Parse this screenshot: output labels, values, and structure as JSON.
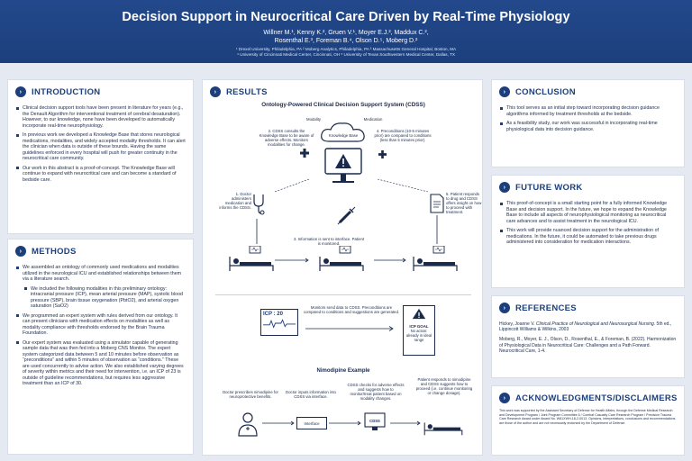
{
  "header": {
    "title": "Decision Support in Neurocritical Care Driven by Real-Time Physiology",
    "authors_line1": "Willner M.¹, Kenny K.², Gruen V.¹, Moyer E.J.², Maddux C.²,",
    "authors_line2": "Rosenthal E.³, Foreman B.⁴, Olson D.⁵, Moberg D.²",
    "affil_line1": "¹ Drexel University, Philadelphia, PA   ² Moberg Analytics, Philadelphia, PA   ³ Massachusetts General Hospital, Boston, MA",
    "affil_line2": "⁴ University of Cincinnati Medical Center, Cincinnati, OH   ⁵ University of Texas Southwestern Medical Center, Dallas, TX"
  },
  "introduction": {
    "title": "INTRODUCTION",
    "bullets": [
      "Clinical decision support tools have been present in literature for years (e.g., the Denault Algorithm for interventional treatment of cerebral desaturation). However, to our knowledge, none have been developed to automatically incorporate real-time neurophysiology.",
      "In previous work we developed a Knowledge Base that stores neurological medications, modalities, and widely accepted modality thresholds. It can alert the clinician when data is outside of these bounds. Having the same guidelines enforced in every hospital will push for greater continuity in the neurocritical care community.",
      "Our work in this abstract is a proof-of-concept. The Knowledge Base will continue to expand with neurocritical care and can become a standard of bedside care."
    ]
  },
  "methods": {
    "title": "METHODS",
    "bullet1": "We assembled an ontology of commonly used medications and modalities utilized in the neurological ICU and established relationships between them via a literature search.",
    "sub1": "We included the following modalities in this preliminary ontology: intracranial pressure (ICP), mean arterial pressure (MAP), systolic blood pressure (SBP), brain tissue oxygenation (PbtO2), and arterial oxygen saturation (SaO2)",
    "bullet2": "We programmed an expert system with rules derived from our ontology. It can present clinicians with medication effects on modalities as well as modality compliance with thresholds endorsed by the Brain Trauma Foundation.",
    "bullet3": "Our expert system was evaluated using a simulator capable of generating sample data that was then fed into a Moberg CNS Monitor. The expert system categorized data between 5 and 10 minutes before observation as “preconditions” and within 5 minutes of observation as “conditions.” These are used concurrently to advise action. We also established varying degrees of severity within metrics and their need for intervention, i.e. an ICP of 23 is outside of guideline recommendations, but requires less aggressive treatment than an ICP of 30."
  },
  "results": {
    "title": "RESULTS",
    "diagram_title": "Ontology-Powered Clinical Decision Support System (CDSS)",
    "cloud_labels": {
      "modality": "Modality",
      "medication": "Medication",
      "kb": "Knowledge Base"
    },
    "step1": "1. Doctor administers medication and informs the CDSS.",
    "step2": "2. CDSS consults the Knowledge Base to be aware of adverse effects. Monitors modalities for change.",
    "step3": "3. Information is sent to interface. Patient is monitored.",
    "step4": "4. Preconditions (10-5 minutes prior) are compared to conditions (less than 5 minutes prior).",
    "step5": "5. Patient responds to drug and CDSS offers insight on how to proceed with treatment.",
    "monitor_text": "Monitors send data to CDSS. Preconditions are compared to conditions and suggestions are generated.",
    "icp_display": "ICP : 20",
    "icp_goal": "ICP GOAL",
    "icp_goal_note": "No action: already in ideal range",
    "nimodipine_title": "Nimodipine Example",
    "nim1": "Doctor prescribes nimodipine for neuroprotective benefits.",
    "nim2": "Doctor inputs information into CDSS via interface.",
    "nim3": "CDSS checks for adverse effects and suggests how to monitor/treat patient based on modality changes.",
    "nim4": "Patient responds to nimodipine and CDSS suggests how to proceed (i.e. continue monitoring or change dosage).",
    "interface_label": "Interface",
    "cdss_label": "CDSS"
  },
  "conclusion": {
    "title": "CONCLUSION",
    "bullets": [
      "This tool serves as an initial step toward incorporating decision guidance algorithms informed by treatment thresholds at the bedside.",
      "As a feasibility study, our work was successful in incorporating real-time physiological data into decision guidance."
    ]
  },
  "future": {
    "title": "FUTURE WORK",
    "bullets": [
      "This proof-of-concept is a small starting point for a fully informed Knowledge Base and decision support. In the future, we hope to expand the Knowledge Base to include all aspects of neurophysiological monitoring as neurocritical care advances and to assist treatment in the neurological ICU.",
      "This work will provide nuanced decision support for the administration of medications. In the future, it could be automated to take previous drugs administered into consideration for medication interactions."
    ]
  },
  "references": {
    "title": "REFERENCES",
    "ref1_pre": "Hickey, Joanne V. ",
    "ref1_it": "Clinical Practice of Neurological and Neurosurgical Nursing.",
    "ref1_post": " 5th ed., Lippincott Williams & Wilkins, 2003",
    "ref2": "Moberg, R., Moyer, E. J., Olson, D., Rosenthal, E., & Foreman, B. (2022). Harmonization of Physiological Data in Neurocritical Care: Challenges and a Path Forward. Neurocritical Care, 1-4."
  },
  "ack": {
    "title": "ACKNOWLEDGMENTS/DISCLAIMERS",
    "text": "This work was supported by the Assistant Secretary of Defense for Health Affairs, through the Defense Medical Research and Development Program / Joint Program Committee 6 / Combat Casualty Care Research Program / Precision Trauma Care Research Award under Award No. W81XWH-18-2-0013. Opinions, interpretations, conclusions and recommendations are those of the author and are not necessarily endorsed by the Department of Defense."
  },
  "colors": {
    "navy": "#1c3f7c",
    "bg": "#e4e9f2",
    "alert": "#1a2a4a"
  }
}
